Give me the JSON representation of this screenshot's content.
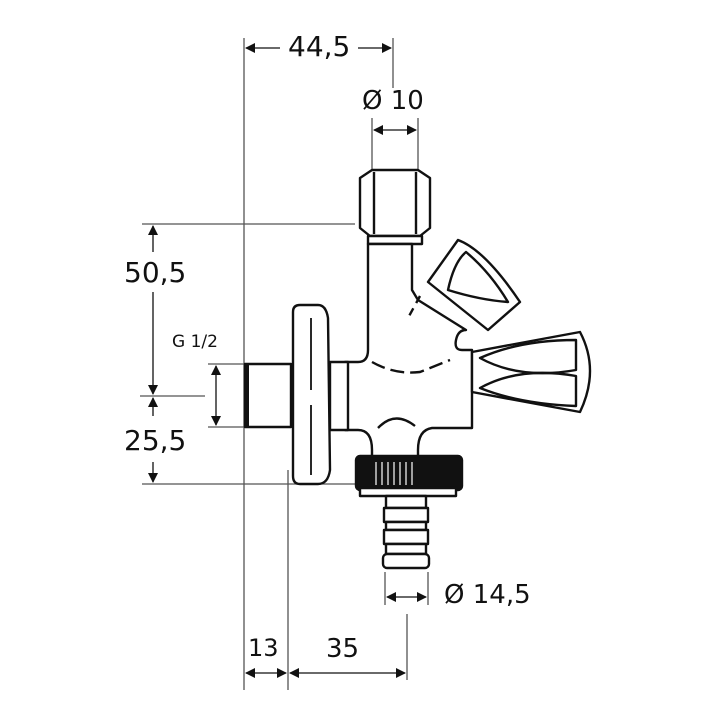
{
  "diagram": {
    "subject": "Angle valve with hose connection and dual handles",
    "dimensions": {
      "overall_width": "44,5",
      "top_outlet_diameter": "Ø 10",
      "upper_height": "50,5",
      "lower_height": "25,5",
      "inlet_thread": "G 1/2",
      "flange_offset": "13",
      "hose_offset": "35",
      "hose_diameter": "Ø 14,5"
    },
    "colors": {
      "line": "#111111",
      "dim_line": "#555555",
      "background": "#ffffff"
    }
  }
}
